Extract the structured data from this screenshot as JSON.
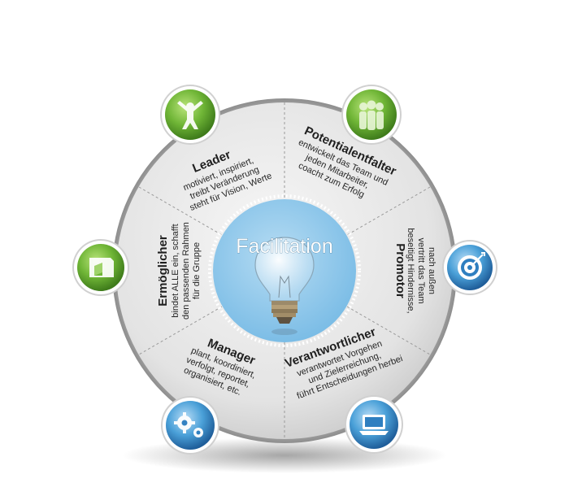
{
  "center": {
    "title": "Facilitation"
  },
  "segments": [
    {
      "title": "Leader",
      "lines": [
        "motiviert, inspiriert,",
        "treibt Veränderung",
        "steht für Vision, Werte"
      ]
    },
    {
      "title": "Potentialentfalter",
      "lines": [
        "entwickelt das Team und",
        "jeden Mitarbeiter,",
        "coacht zum Erfolg"
      ]
    },
    {
      "title": "Promotor",
      "lines": [
        "beseitigt Hindernisse,",
        "vertritt das Team",
        "nach außen"
      ]
    },
    {
      "title": "Verantwortlicher",
      "lines": [
        "verantwortet Vorgehen",
        "und Zielerreichung,",
        "führt Entscheidungen herbei"
      ]
    },
    {
      "title": "Manager",
      "lines": [
        "plant, koordiniert,",
        "verfolgt, reportet,",
        "organisiert, etc."
      ]
    },
    {
      "title": "Ermöglicher",
      "lines": [
        "bindet ALLE ein, schafft",
        "den passenden Rahmen",
        "für die Gruppe"
      ]
    }
  ],
  "icons": {
    "leader": "star-person-icon",
    "potentialentfalter": "people-group-icon",
    "promotor": "target-icon",
    "verantwortlicher": "laptop-icon",
    "manager": "gears-icon",
    "ermoeglicher": "folder-icon"
  },
  "colors": {
    "green": "#6fb536",
    "blue": "#4aa0d8",
    "center": "#8fc7ea",
    "disc": "#e4e4e4"
  }
}
